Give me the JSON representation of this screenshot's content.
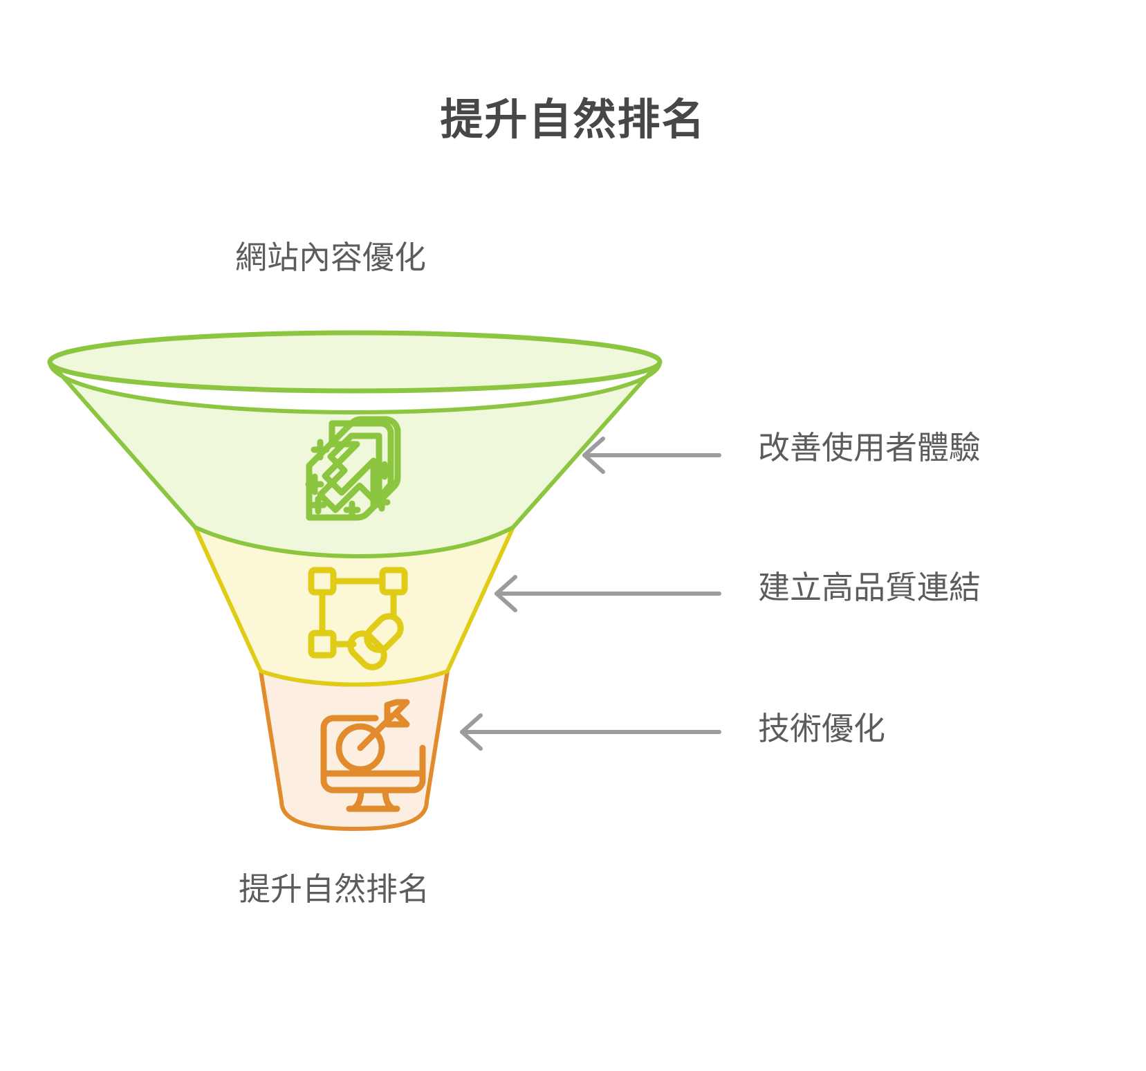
{
  "title": "提升自然排名",
  "top_label": "網站內容優化",
  "bottom_label": "提升自然排名",
  "funnel": {
    "type": "funnel",
    "stages": [
      {
        "id": "stage-top",
        "callout_label": "改善使用者體驗",
        "icon": "magic-wand-growth-arrow-icon",
        "fill_color": "#EFF8DA",
        "stroke_color": "#8CC540"
      },
      {
        "id": "stage-middle",
        "callout_label": "建立高品質連結",
        "icon": "link-network-icon",
        "fill_color": "#FCF8D6",
        "stroke_color": "#E0CB16"
      },
      {
        "id": "stage-bottom",
        "callout_label": "技術優化",
        "icon": "monitor-target-dart-icon",
        "fill_color": "#FCEFE2",
        "stroke_color": "#E28B2D"
      }
    ]
  },
  "connectors": {
    "color": "#9C9C9C",
    "count": 3
  },
  "colors": {
    "title_text": "#474747",
    "label_text": "#5C5C5C",
    "background": "#FFFFFF"
  }
}
